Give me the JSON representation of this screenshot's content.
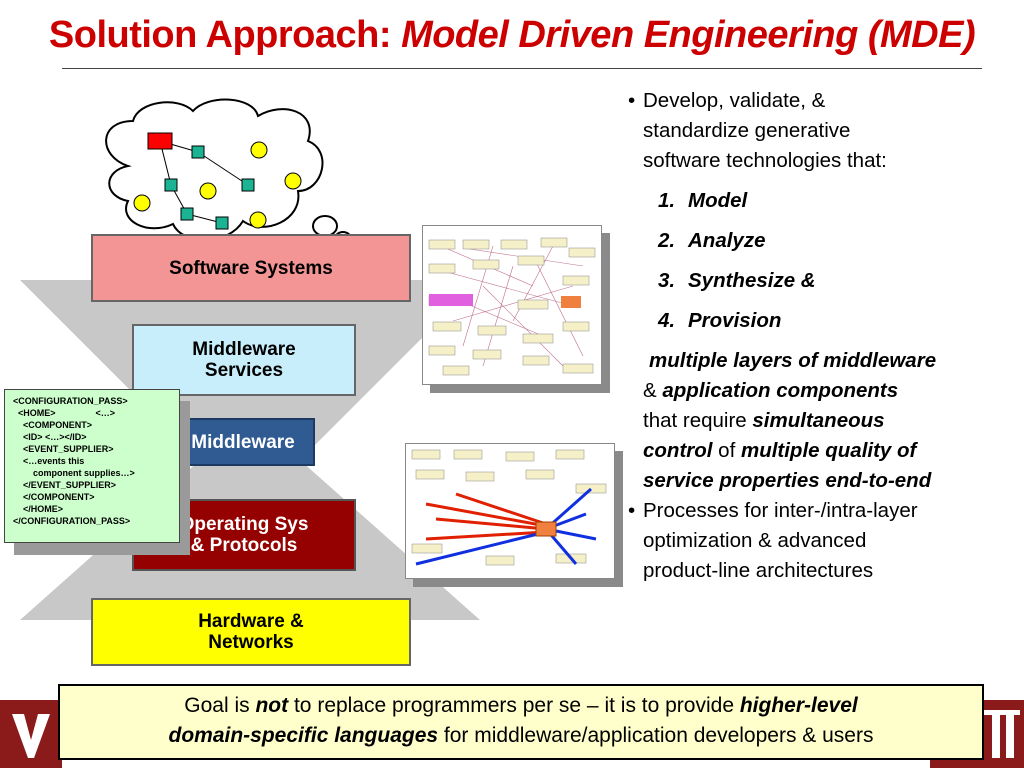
{
  "title": {
    "main": "Solution Approach: ",
    "italic": "Model Driven Engineering (MDE)"
  },
  "layers": {
    "software": "Software Systems",
    "mw_services_1": "Middleware",
    "mw_services_2": "Services",
    "middleware": "Middleware",
    "os_1": "Operating Sys",
    "os_2": "& Protocols",
    "hw_1": "Hardware &",
    "hw_2": "Networks"
  },
  "xml_snippet": [
    "<CONFIGURATION_PASS>",
    "  <HOME>                <…>",
    "",
    "    <COMPONENT>",
    "    <ID> <…></ID>",
    "    <EVENT_SUPPLIER>",
    "    <…events this",
    "        component supplies…>",
    "    </EVENT_SUPPLIER>",
    "    </COMPONENT>",
    "    </HOME>",
    "</CONFIGURATION_PASS>"
  ],
  "bullets": {
    "b1_line1": "Develop, validate, &",
    "b1_line2": "standardize generative",
    "b1_line3": "software technologies that:",
    "steps": [
      {
        "n": "1.",
        "label": "Model"
      },
      {
        "n": "2.",
        "label": "Analyze"
      },
      {
        "n": "3.",
        "label": "Synthesize &"
      },
      {
        "n": "4.",
        "label": "Provision"
      }
    ],
    "c1": "multiple layers of middleware",
    "c2a": "& ",
    "c2b": "application components",
    "c3a": "that require ",
    "c3b": "simultaneous",
    "c4a": "control",
    "c4b": " of ",
    "c4c": "multiple quality of",
    "c5": "service properties end-to-end",
    "b2_line1": "Processes for inter-/intra-layer",
    "b2_line2": "optimization & advanced",
    "b2_line3": "product-line architectures"
  },
  "goal": {
    "p1": "Goal is ",
    "p2": "not",
    "p3": " to replace programmers per se – it is to provide ",
    "p4": "higher-level",
    "p5": "domain-specific languages",
    "p6": " for middleware/application developers & users"
  }
}
